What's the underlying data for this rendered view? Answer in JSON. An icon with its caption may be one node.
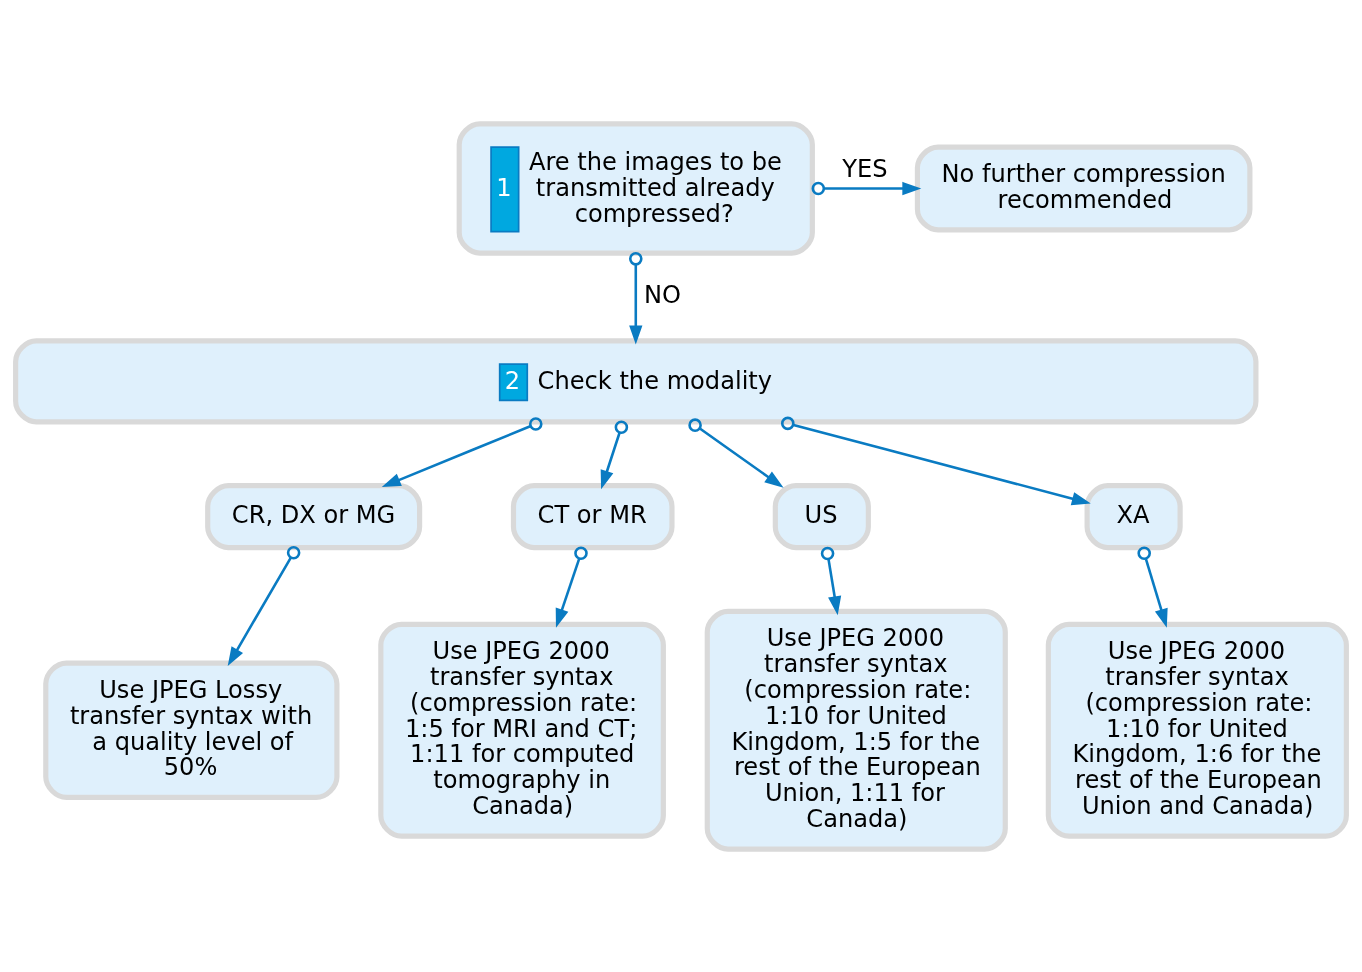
{
  "diagram": {
    "nodes": [
      {
        "text": [
          "1",
          "Are the images to be transmitted already compressed?"
        ]
      },
      {
        "text": [
          "No further compression recommended"
        ]
      },
      {
        "text": [
          "2",
          "Check the modality"
        ]
      },
      {
        "text": [
          "CR, DX or MG"
        ]
      },
      {
        "text": [
          "CT or MR"
        ]
      },
      {
        "text": [
          "US"
        ]
      },
      {
        "text": [
          "XA"
        ]
      },
      {
        "text": [
          "Use JPEG Lossy transfer syntax with a quality level of 50%"
        ]
      },
      {
        "text": [
          "Use JPEG 2000 transfer syntax (compression rate: 1:5 for MRI and CT; 1:11 for computed tomography in Canada)"
        ]
      },
      {
        "text": [
          "Use JPEG 2000 transfer syntax (compression rate: 1:10 for United Kingdom, 1:5 for the rest of the European Union, 1:11 for Canada)"
        ]
      },
      {
        "text": [
          "Use JPEG 2000 transfer syntax (compression rate: 1:10 for United Kingdom, 1:6 for the rest of the European Union and Canada)"
        ]
      }
    ],
    "edges": [
      {
        "from": 0,
        "to": 1,
        "arrow": "to",
        "label": "YES"
      },
      {
        "from": 0,
        "to": 2,
        "arrow": "to",
        "label": "NO"
      },
      {
        "from": 2,
        "to": 3,
        "arrow": "to"
      },
      {
        "from": 2,
        "to": 4,
        "arrow": "to"
      },
      {
        "from": 2,
        "to": 5,
        "arrow": "to"
      },
      {
        "from": 2,
        "to": 6,
        "arrow": "to"
      },
      {
        "from": 3,
        "to": 7,
        "arrow": "to"
      },
      {
        "from": 4,
        "to": 8,
        "arrow": "to"
      },
      {
        "from": 5,
        "to": 9,
        "arrow": "to"
      },
      {
        "from": 6,
        "to": 10,
        "arrow": "to"
      }
    ]
  }
}
